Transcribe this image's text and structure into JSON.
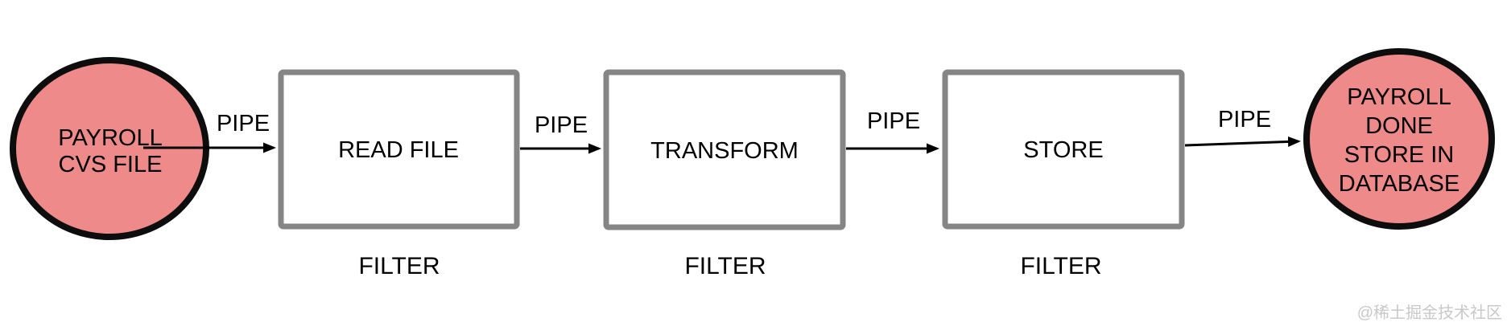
{
  "diagram_type": "pipes-and-filters",
  "nodes": {
    "source": {
      "shape": "ellipse",
      "lines": [
        "PAYROLL",
        "CVS FILE"
      ]
    },
    "sink": {
      "shape": "ellipse",
      "lines": [
        "PAYROLL",
        "DONE",
        "STORE IN",
        "DATABASE"
      ]
    }
  },
  "filters": [
    {
      "label": "READ FILE",
      "caption": "FILTER"
    },
    {
      "label": "TRANSFORM",
      "caption": "FILTER"
    },
    {
      "label": "STORE",
      "caption": "FILTER"
    }
  ],
  "pipes": [
    {
      "label": "PIPE"
    },
    {
      "label": "PIPE"
    },
    {
      "label": "PIPE"
    },
    {
      "label": "PIPE"
    }
  ],
  "watermark": "@稀土掘金技术社区",
  "colors": {
    "background": "#ffffff",
    "node_fill": "#ee8a8a",
    "node_stroke": "#0d0d0d",
    "filter_border": "#858585",
    "arrow": "#000000",
    "text": "#000000",
    "watermark_color": "#c8c8c8"
  }
}
